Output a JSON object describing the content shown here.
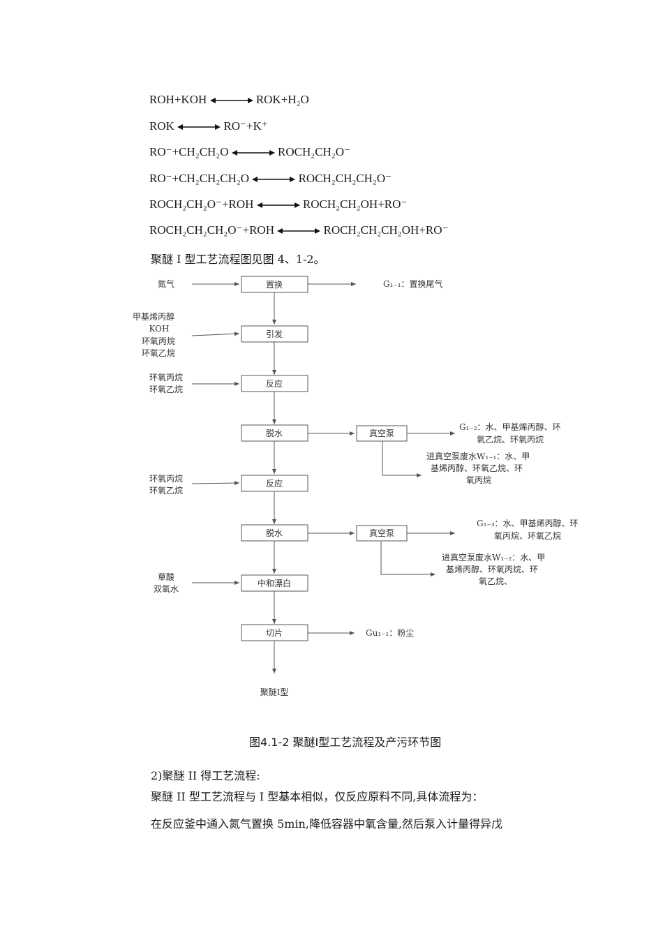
{
  "equations": [
    {
      "left": "ROH+KOH",
      "right": "ROK+H₂O"
    },
    {
      "left": "ROK",
      "right": "RO⁻+K⁺"
    },
    {
      "left": "RO⁻+CH₂CH₂O",
      "right": "ROCH₂CH₂O⁻"
    },
    {
      "left": "RO⁻+CH₂CH₂CH₂O",
      "right": "ROCH₂CH₂CH₂O⁻"
    },
    {
      "left": "ROCH₂CH₂O⁻+ROH",
      "right": "ROCH₂CH₂OH+RO⁻"
    },
    {
      "left": "ROCH₂CH₂CH₂O⁻+ROH",
      "right": "ROCH₂CH₂CH₂OH+RO⁻"
    }
  ],
  "intro_line": "聚醚 I 型工艺流程图见图 4、1-2。",
  "flow": {
    "steps": [
      "置换",
      "引发",
      "反应",
      "脱水",
      "反应",
      "脱水",
      "中和漂白",
      "切片"
    ],
    "pump_label": "真空泵",
    "inputs": [
      [
        "氮气"
      ],
      [
        "甲基烯丙醇",
        "KOH",
        "环氧丙烷",
        "环氧乙烷"
      ],
      [
        "环氧丙烷",
        "环氧乙烷"
      ],
      [
        "环氧丙烷",
        "环氧乙烷"
      ],
      [
        "草酸",
        "双氧水"
      ]
    ],
    "outputs": {
      "g11": "G₁₋₁：置换尾气",
      "g12": [
        "G₁₋₂：水、甲基烯丙醇、环",
        "氧乙烷、环氧丙烷"
      ],
      "w11": [
        "进真空泵废水W₁₋₁：水、甲",
        "基烯丙醇、环氧乙烷、环",
        "氧丙烷"
      ],
      "g13": [
        "G₁₋₃：水、甲基烯丙醇、环",
        "氧丙烷、环氧乙烷"
      ],
      "w12": [
        "进真空泵废水W₁₋₂：水、甲",
        "基烯丙醇、环氧丙烷、环",
        "氧乙烷、"
      ],
      "gu11": "Gu₁₋₁：粉尘"
    },
    "product": "聚醚I型"
  },
  "caption": "图4.1-2 聚醚I型工艺流程及产污环节图",
  "section_heading": "2)聚醚 II 得工艺流程:",
  "paragraph_1": "聚醚 II 型工艺流程与 I 型基本相似，仅反应原料不同,具体流程为：",
  "paragraph_2": "在反应釜中通入氮气置换 5min,降低容器中氧含量,然后泵入计量得异戊"
}
